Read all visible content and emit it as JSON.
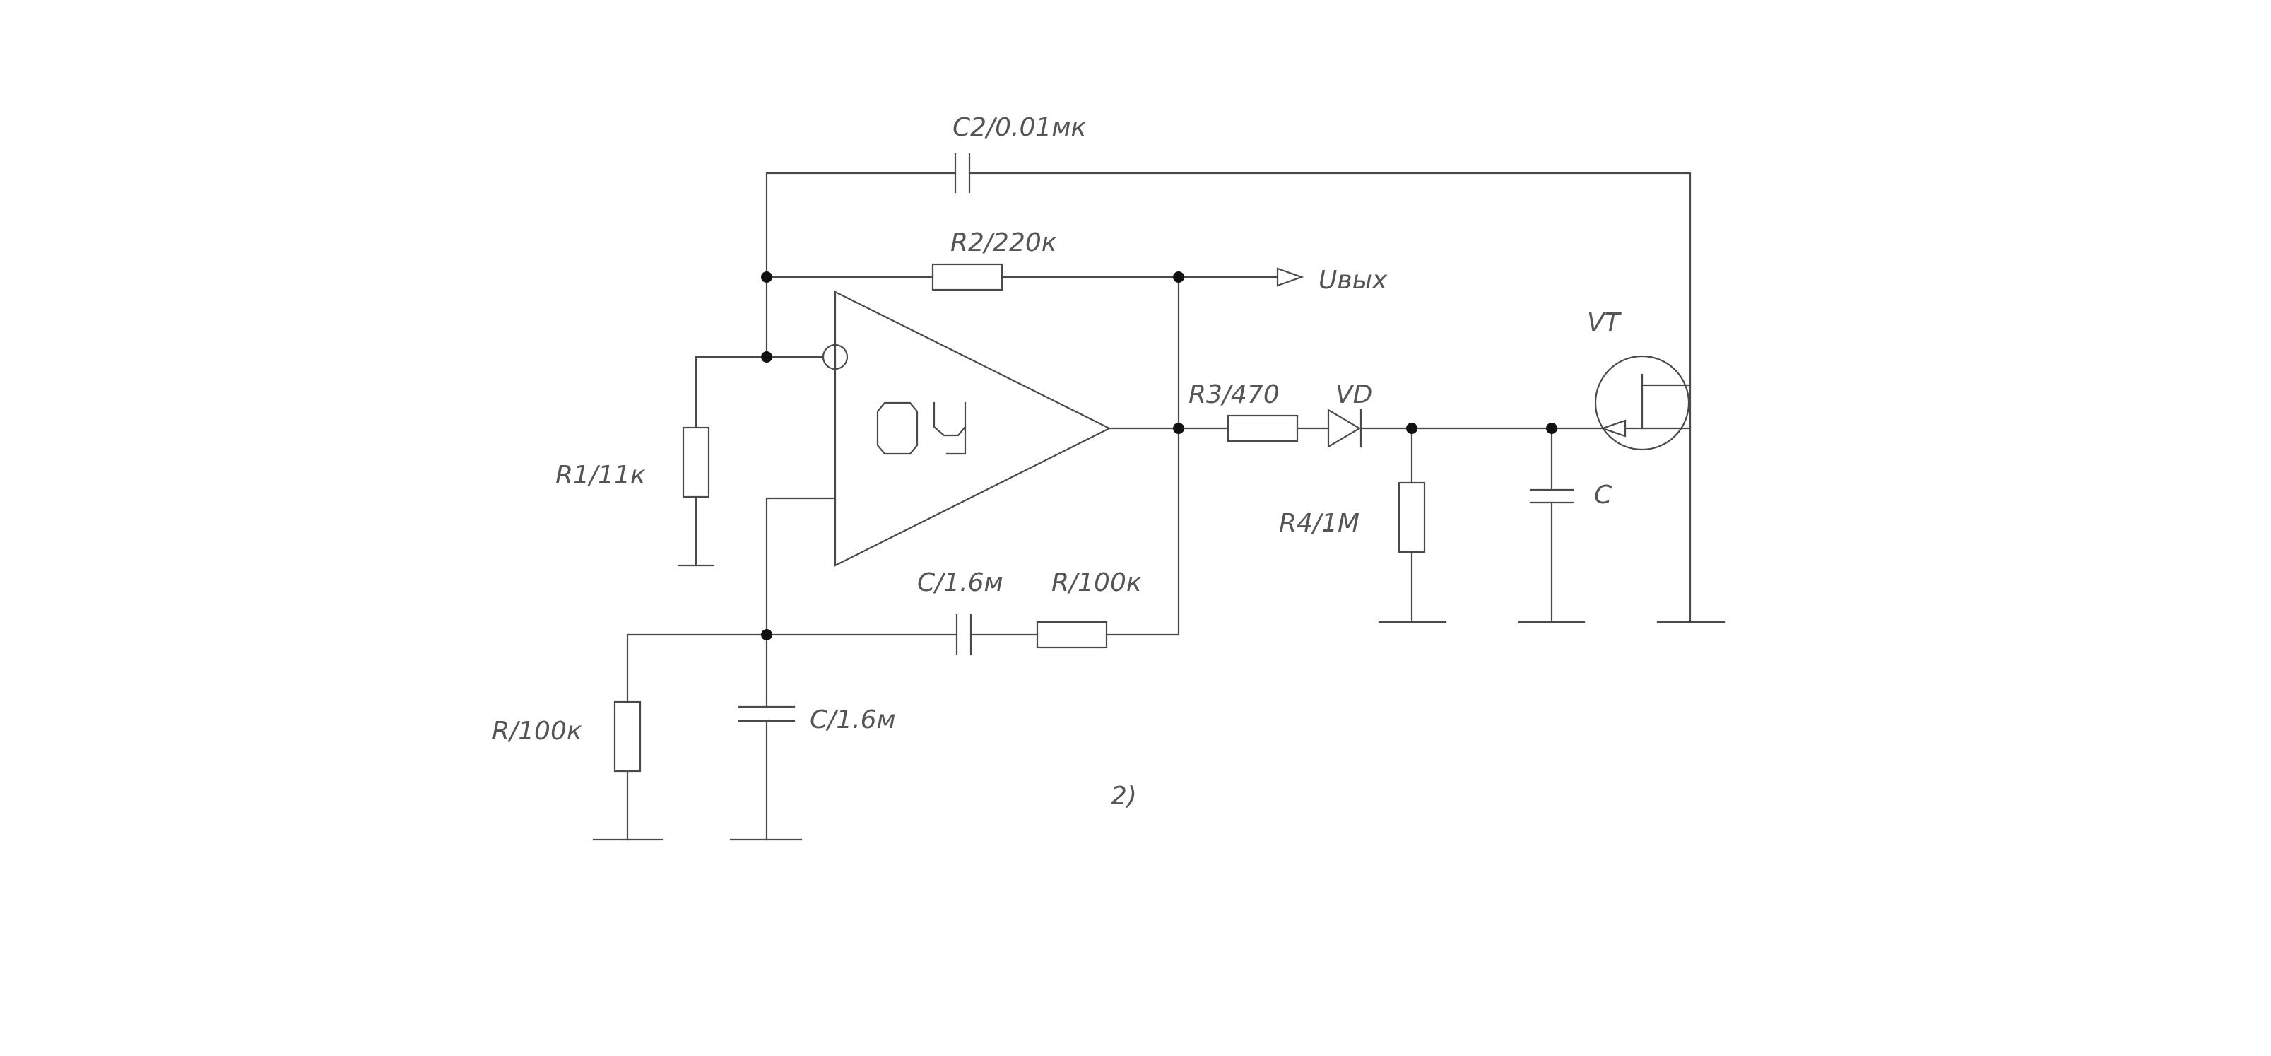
{
  "labels": {
    "c2": "C2/0.01мк",
    "r2": "R2/220к",
    "uout": "Uвых",
    "r1": "R1/11к",
    "opamp": "ОУ",
    "r3": "R3/470",
    "vd": "VD",
    "vt": "VT",
    "r4": "R4/1M",
    "c_right": "C",
    "c_series": "C/1.6м",
    "r_series": "R/100к",
    "r_shunt": "R/100к",
    "c_shunt": "C/1.6м",
    "caption": "2)"
  }
}
